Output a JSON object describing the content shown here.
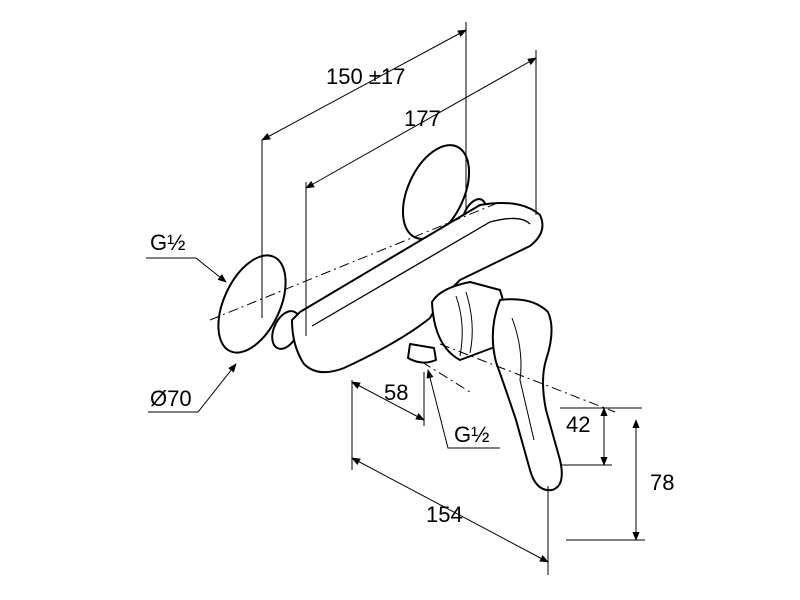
{
  "diagram": {
    "labels": {
      "width_adjustable": "150 ±17",
      "width_total": "177",
      "inlet_thread": "G½",
      "rosette_diameter": "Ø70",
      "outlet_offset": "58",
      "outlet_thread": "G½",
      "handle_height": "42",
      "total_height": "78",
      "projection": "154"
    }
  }
}
